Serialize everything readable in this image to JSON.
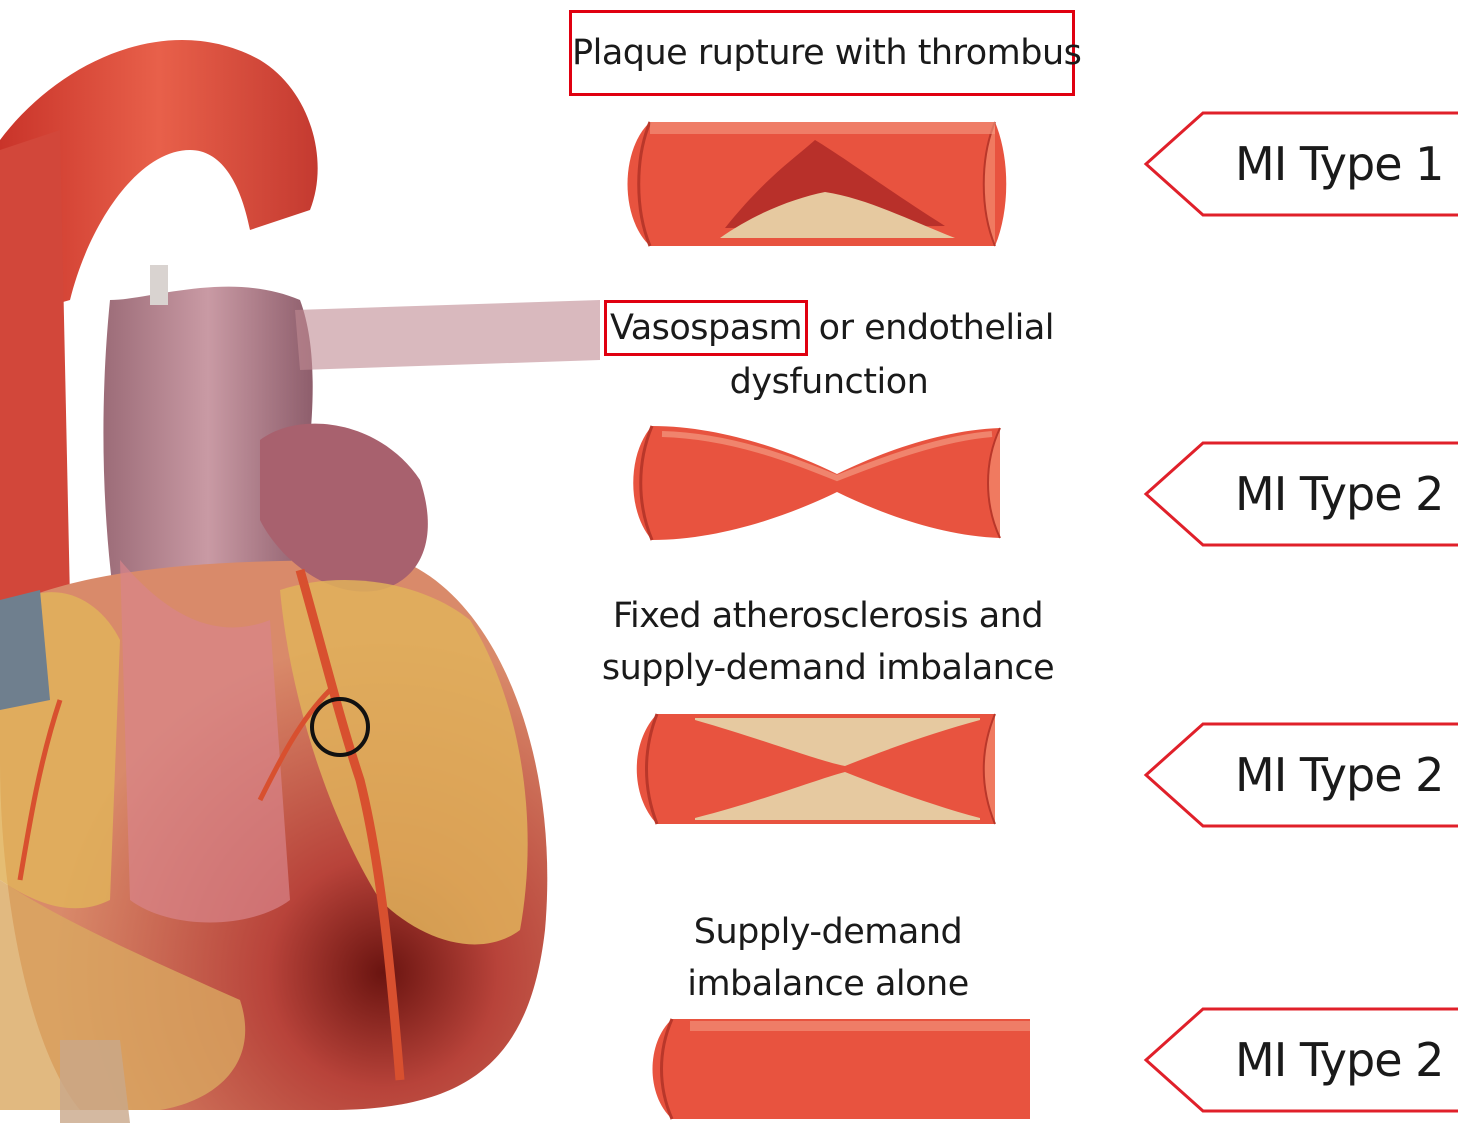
{
  "captions": {
    "c1": "Plaque rupture with thrombus",
    "c2_highlight": "Vasospasm",
    "c2_rest": " or endothelial",
    "c2_line2": "dysfunction",
    "c3_line1": "Fixed atherosclerosis and",
    "c3_line2": "supply-demand imbalance",
    "c4_line1": "Supply-demand",
    "c4_line2": "imbalance alone"
  },
  "tags": [
    "MI Type 1",
    "MI Type 2",
    "MI Type 2",
    "MI Type 2"
  ],
  "colors": {
    "highlight_box": "#e00010",
    "tag_outline": "#e0202a",
    "vessel_red": "#e8533f",
    "plaque": "#e6c9a0"
  }
}
